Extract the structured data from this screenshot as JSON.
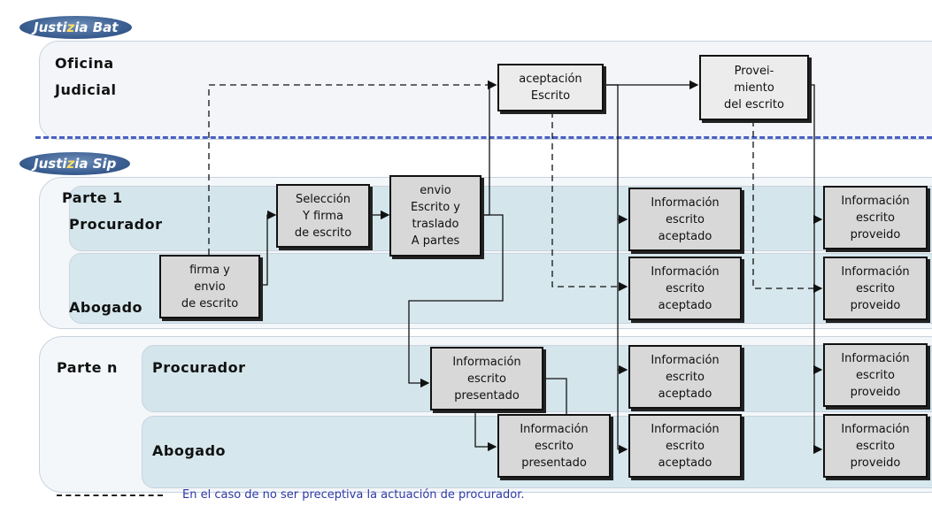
{
  "badges": {
    "bat": {
      "prefix": "Justi",
      "z": "z",
      "suffix": "ia Bat"
    },
    "sip": {
      "prefix": "Justi",
      "z": "z",
      "suffix": "ia Sip"
    }
  },
  "lanes": {
    "office_line1": "Oficina",
    "office_line2": "Judicial",
    "parte1": "Parte 1",
    "parte1_procurador": "Procurador",
    "parte1_abogado": "Abogado",
    "parten": "Parte n",
    "parten_procurador": "Procurador",
    "parten_abogado": "Abogado"
  },
  "boxes": {
    "firma_envio": "firma y\nenvio\nde escrito",
    "seleccion": "Selección\nY firma\nde escrito",
    "envio_traslado": "envio\nEscrito y\ntraslado\nA partes",
    "aceptacion": "aceptación\nEscrito",
    "proveimiento": "Provei-\nmiento\ndel escrito",
    "info_aceptado_1": "Información\nescrito\naceptado",
    "info_aceptado_2": "Información\nescrito\naceptado",
    "info_aceptado_3": "Información\nescrito\naceptado",
    "info_aceptado_4": "Información\nescrito\naceptado",
    "info_proveido_1": "Información\nescrito\nproveido",
    "info_proveido_2": "Información\nescrito\nproveido",
    "info_proveido_3": "Información\nescrito\nproveido",
    "info_proveido_4": "Información\nescrito\nproveido",
    "info_presentado_1": "Información\nescrito\npresentado",
    "info_presentado_2": "Información\nescrito\npresentado"
  },
  "legend": {
    "text": "En el caso de no ser preceptiva la actuación de procurador."
  },
  "colors": {
    "separator": "#4a5fc4",
    "legend_text": "#2c39a6",
    "box_fill": "#d8d8d8",
    "lane_fill": "#d4e6ec"
  }
}
